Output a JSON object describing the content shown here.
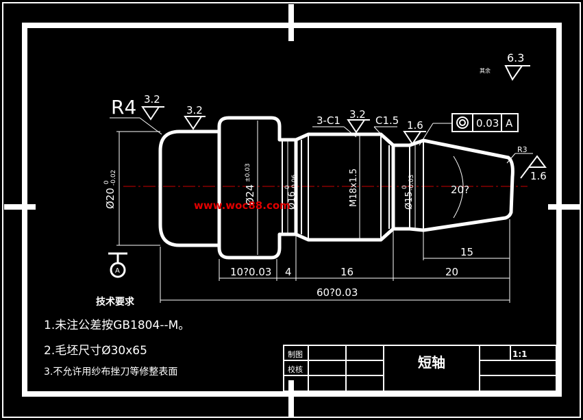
{
  "drawing": {
    "title": "短轴",
    "scale": "1:1",
    "table_labels": [
      "制图",
      "校核"
    ],
    "watermark": "www.woc88.com",
    "colors": {
      "line": "#ffffff",
      "center": "#cc0000",
      "watermark": "#e00000",
      "background": "#000000"
    }
  },
  "roughness": {
    "general_note": "其余",
    "general": "6.3",
    "r1": "3.2",
    "r2": "3.2",
    "r3": "3.2",
    "r4": "1.6",
    "r5": "1.6"
  },
  "dims": {
    "radius_left": "R4",
    "radius_right": "R3",
    "chamfer1": "3-C1",
    "chamfer2": "C1.5",
    "dia_head": "Ø20",
    "dia_head_tol_up": "0",
    "dia_head_tol_low": "-0.02",
    "dia_collar": "Ø24",
    "dia_collar_tol": "±0.03",
    "dia_neck": "Ø16",
    "dia_neck_tol_up": "0",
    "dia_neck_tol_low": "-0.06",
    "thread": "M18x1.5",
    "dia_cone": "Ø15",
    "dia_cone_tol_up": "0",
    "dia_cone_tol_low": "-0.03",
    "angle": "20?",
    "len_collar": "10?0.03",
    "len_neck": "4",
    "len_thread": "16",
    "len_cone": "20",
    "len_cone_part": "15",
    "len_total": "60?0.03"
  },
  "tolerance_frame": {
    "value": "0.03",
    "datum": "A"
  },
  "datum_label": "A",
  "requirements": {
    "heading": "技术要求",
    "items": [
      "1.未注公差按GB1804--M。",
      "2.毛坯尺寸Ø30x65",
      "3.不允许用纱布挫刀等修整表面"
    ]
  }
}
